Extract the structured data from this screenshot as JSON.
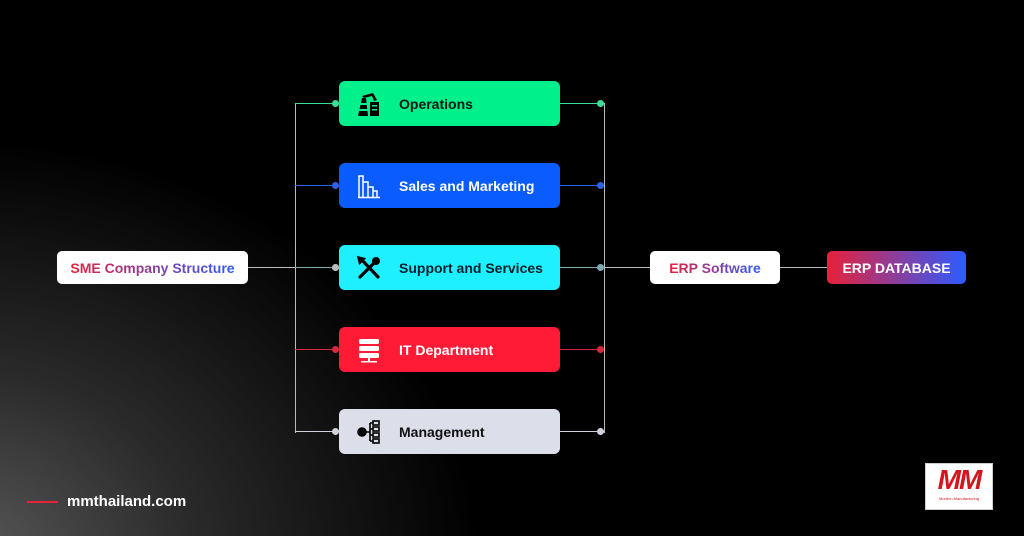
{
  "source": {
    "label": "SME Company Structure"
  },
  "departments": [
    {
      "label": "Operations",
      "icon": "factory-icon",
      "color": "#00f08c",
      "text": "#0a1a12"
    },
    {
      "label": "Sales and Marketing",
      "icon": "buildings-chart-icon",
      "color": "#0a5cff",
      "text": "#ffffff"
    },
    {
      "label": "Support and Services",
      "icon": "tools-icon",
      "color": "#1ef0ff",
      "text": "#06202a"
    },
    {
      "label": "IT Department",
      "icon": "server-icon",
      "color": "#ff1a35",
      "text": "#ffffff"
    },
    {
      "label": "Management",
      "icon": "hierarchy-icon",
      "color": "#dcdfea",
      "text": "#111111"
    }
  ],
  "erp_software": {
    "label": "ERP Software"
  },
  "erp_database": {
    "label": "ERP DATABASE"
  },
  "footer": {
    "site": "mmthailand.com"
  },
  "logo": {
    "text": "MM",
    "subtext": "Modern Manufacturing"
  }
}
